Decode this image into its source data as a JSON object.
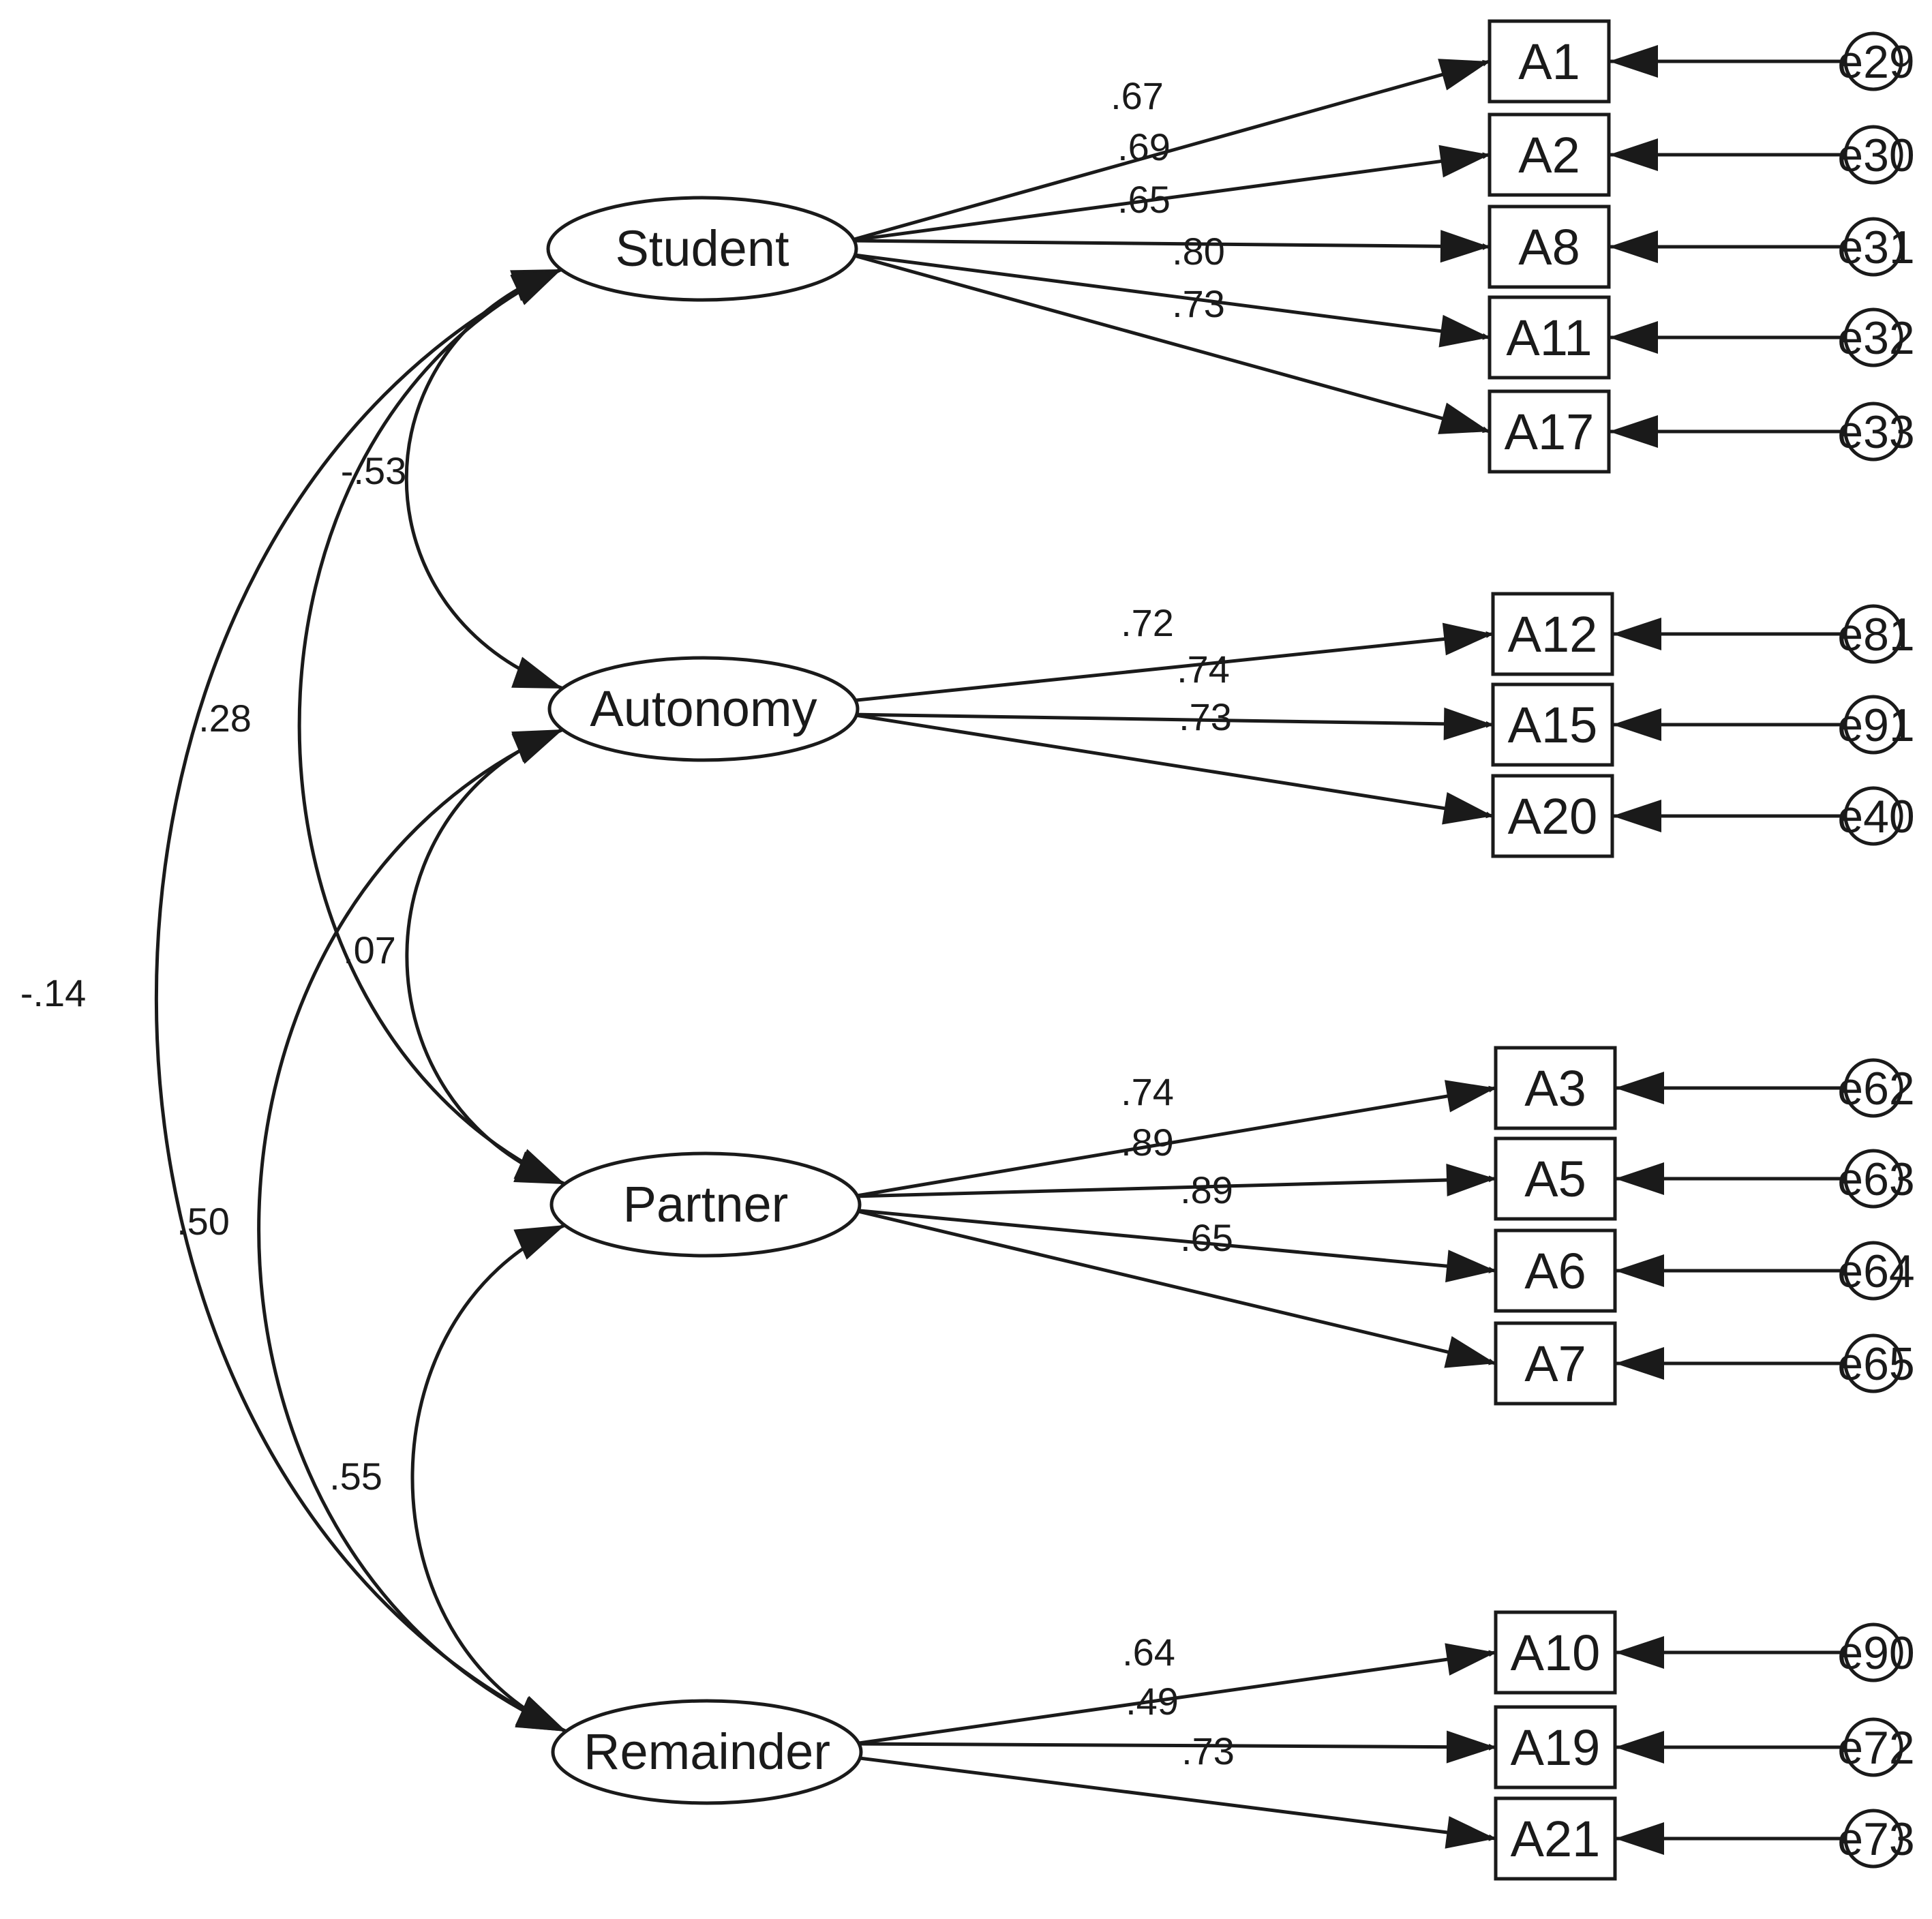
{
  "latents": [
    {
      "id": "student",
      "label": "Student"
    },
    {
      "id": "autonomy",
      "label": "Autonomy"
    },
    {
      "id": "partner",
      "label": "Partner"
    },
    {
      "id": "remainder",
      "label": "Remainder"
    }
  ],
  "indicators": [
    {
      "id": "A1",
      "label": "A1",
      "latent": "student",
      "loading": ".67",
      "error": "e29"
    },
    {
      "id": "A2",
      "label": "A2",
      "latent": "student",
      "loading": ".69",
      "error": "e30"
    },
    {
      "id": "A8",
      "label": "A8",
      "latent": "student",
      "loading": ".65",
      "error": "e31"
    },
    {
      "id": "A11",
      "label": "A11",
      "latent": "student",
      "loading": ".80",
      "error": "e32"
    },
    {
      "id": "A17",
      "label": "A17",
      "latent": "student",
      "loading": ".73",
      "error": "e33"
    },
    {
      "id": "A12",
      "label": "A12",
      "latent": "autonomy",
      "loading": ".72",
      "error": "e81"
    },
    {
      "id": "A15",
      "label": "A15",
      "latent": "autonomy",
      "loading": ".74",
      "error": "e91"
    },
    {
      "id": "A20",
      "label": "A20",
      "latent": "autonomy",
      "loading": ".73",
      "error": "e40"
    },
    {
      "id": "A3",
      "label": "A3",
      "latent": "partner",
      "loading": ".74",
      "error": "e62"
    },
    {
      "id": "A5",
      "label": "A5",
      "latent": "partner",
      "loading": ".89",
      "error": "e63"
    },
    {
      "id": "A6",
      "label": "A6",
      "latent": "partner",
      "loading": ".89",
      "error": "e64"
    },
    {
      "id": "A7",
      "label": "A7",
      "latent": "partner",
      "loading": ".65",
      "error": "e65"
    },
    {
      "id": "A10",
      "label": "A10",
      "latent": "remainder",
      "loading": ".64",
      "error": "e90"
    },
    {
      "id": "A19",
      "label": "A19",
      "latent": "remainder",
      "loading": ".49",
      "error": "e72"
    },
    {
      "id": "A21",
      "label": "A21",
      "latent": "remainder",
      "loading": ".73",
      "error": "e73"
    }
  ],
  "correlations": [
    {
      "from": "student",
      "to": "autonomy",
      "value": "-.53"
    },
    {
      "from": "student",
      "to": "partner",
      "value": ".28"
    },
    {
      "from": "student",
      "to": "remainder",
      "value": "-.14"
    },
    {
      "from": "autonomy",
      "to": "partner",
      "value": ".07"
    },
    {
      "from": "autonomy",
      "to": "remainder",
      "value": ".50"
    },
    {
      "from": "partner",
      "to": "remainder",
      "value": ".55"
    }
  ]
}
